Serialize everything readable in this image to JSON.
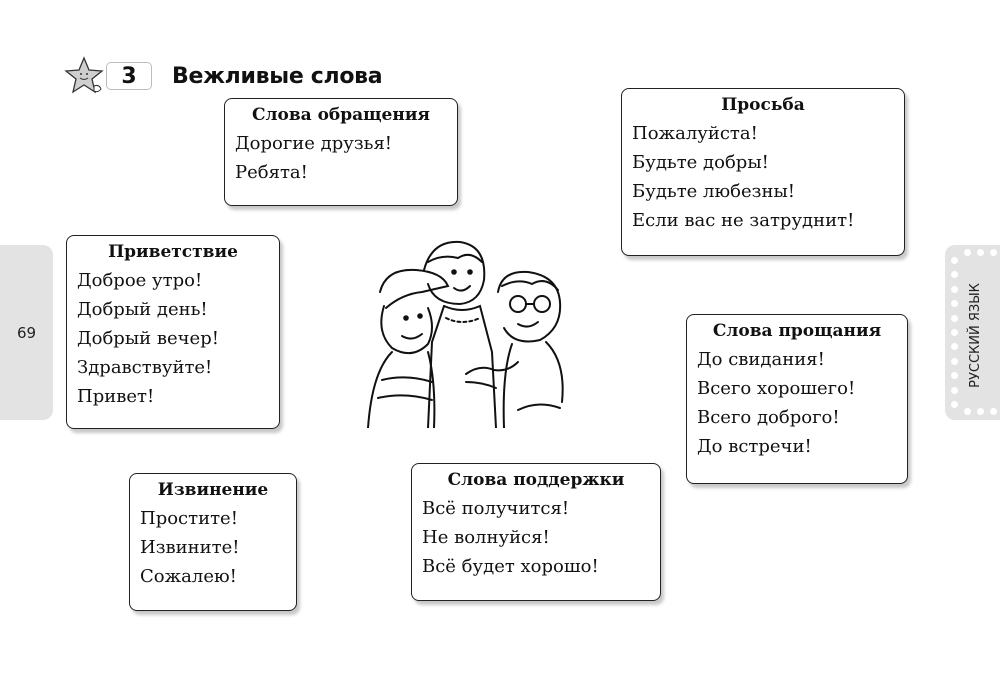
{
  "header": {
    "star_icon": "star-mascot-icon",
    "exercise_number": "3",
    "title": "Вежливые слова"
  },
  "page": {
    "number": "69",
    "subject": "РУССКИЙ ЯЗЫК"
  },
  "cards": {
    "obrashchenie": {
      "title": "Слова обращения",
      "lines": [
        "Дорогие друзья!",
        "Ребята!"
      ]
    },
    "prosba": {
      "title": "Просьба",
      "lines": [
        "Пожалуйста!",
        "Будьте добры!",
        "Будьте любезны!",
        "Если вас не затруднит!"
      ]
    },
    "privetstvie": {
      "title": "Приветствие",
      "lines": [
        "Доброе утро!",
        "Добрый день!",
        "Добрый вечер!",
        "Здравствуйте!",
        "Привет!"
      ]
    },
    "proshchanie": {
      "title": "Слова прощания",
      "lines": [
        "До свидания!",
        "Всего хорошего!",
        "Всего доброго!",
        "До встречи!"
      ]
    },
    "izvinenie": {
      "title": "Извинение",
      "lines": [
        "Простите!",
        "Извините!",
        "Сожалею!"
      ]
    },
    "podderzhka": {
      "title": "Слова поддержки",
      "lines": [
        "Всё получится!",
        "Не волнуйся!",
        "Всё будет хорошо!"
      ]
    }
  },
  "illustration": {
    "icon": "three-children-illustration"
  }
}
